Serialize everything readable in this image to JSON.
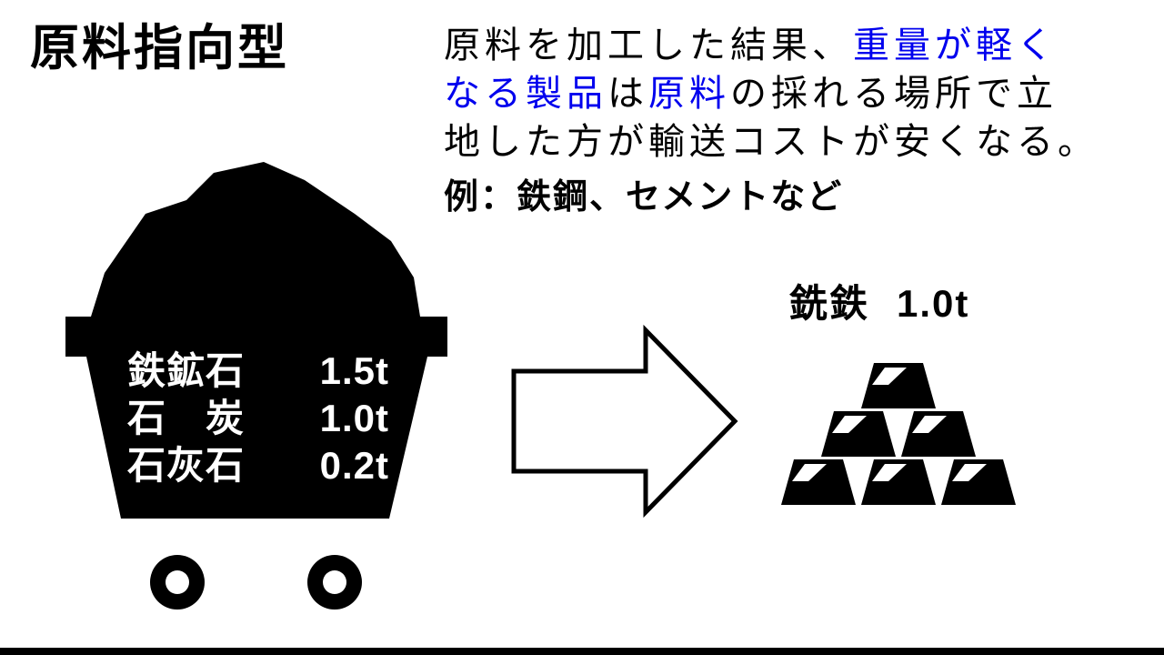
{
  "title": "原料指向型",
  "paragraph": {
    "line1_black": "原料を加工した結果、",
    "line1_blue": "重量が軽く",
    "line2_blue1": "なる製品",
    "line2_black1": "は",
    "line2_blue2": "原料",
    "line2_black2": "の採れる場所で立",
    "line3": "地した方が輸送コストが安くなる。",
    "example": "例：鉄鋼、セメントなど"
  },
  "cart": {
    "rows": [
      {
        "label": "鉄鉱石",
        "value": "1.5t"
      },
      {
        "label": "石　炭",
        "value": "1.0t"
      },
      {
        "label": "石灰石",
        "value": "0.2t"
      }
    ]
  },
  "product": {
    "name": "銑鉄",
    "value": "1.0t"
  },
  "colors": {
    "highlight": "#0000ee",
    "ink": "#000000"
  }
}
